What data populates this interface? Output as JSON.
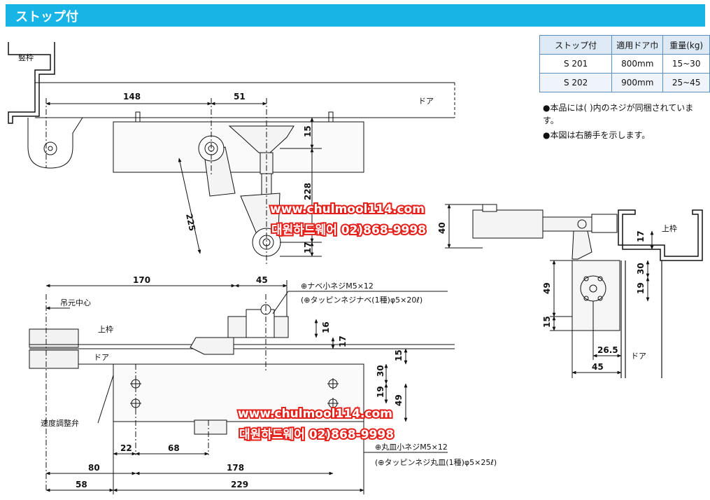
{
  "header": {
    "title": "ストップ付"
  },
  "spec_table": {
    "headers": [
      "ストップ付",
      "適用ドア巾",
      "重量(kg)"
    ],
    "rows": [
      [
        "S 201",
        "800mm",
        "15~30"
      ],
      [
        "S 202",
        "900mm",
        "25~45"
      ]
    ]
  },
  "notes": [
    "●本品には( )内のネジが同梱されています。",
    "●本図は右勝手を示します。"
  ],
  "labels": {
    "frame_vertical": "竪枠",
    "door": "ドア",
    "door2": "ドア",
    "door3": "ドア",
    "top_frame": "上枠",
    "top_frame2": "上枠",
    "hinge_center": "吊元中心",
    "speed_valve": "速度調整弁",
    "screw_top_1": "⊕ナベ小ネジM5×12",
    "screw_top_2": "(⊕タッピンネジナベ(1種)φ5×20ℓ)",
    "screw_bottom_1": "⊕丸皿小ネジM5×12",
    "screw_bottom_2": "(⊕タッピンネジ丸皿(1種)φ5×25ℓ)"
  },
  "dimensions": {
    "top_148": "148",
    "top_51": "51",
    "top_15": "15",
    "top_228": "228",
    "top_225": "225",
    "top_17": "17",
    "mid_170": "170",
    "mid_45": "45",
    "mid_16": "16",
    "mid_17": "17",
    "low_30": "30",
    "low_15": "15",
    "low_19": "19",
    "low_49": "49",
    "bot_22": "22",
    "bot_68": "68",
    "bot_80": "80",
    "bot_178": "178",
    "bot_58": "58",
    "bot_229": "229",
    "side_40": "40",
    "side_17": "17",
    "side_30": "30",
    "side_19": "19",
    "side_49": "49",
    "side_15": "15",
    "side_26_5": "26.5",
    "side_45": "45"
  },
  "watermarks": {
    "url": "www.chulmool114.com",
    "phone": "대원하드웨어 02)868-9998"
  }
}
